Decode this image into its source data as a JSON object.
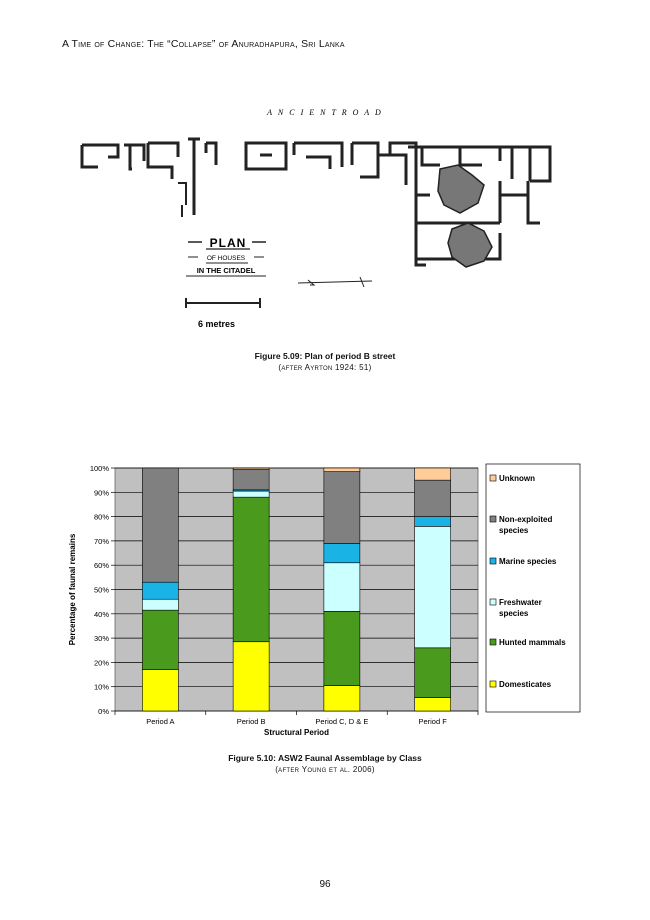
{
  "header": {
    "running_title": "A Time of Change: The “Collapse” of Anuradhapura, Sri Lanka"
  },
  "figure_509": {
    "drawing_labels": {
      "road": "A N C I E N T     R O A D",
      "plan": "PLAN",
      "of_houses": "OF HOUSES",
      "in_the_citadel": "IN THE CITADEL",
      "scale": "6 metres"
    },
    "caption_title": "Figure 5.09: Plan of period B street",
    "caption_source": "(after Ayrton 1924: 51)"
  },
  "figure_510": {
    "caption_title": "Figure 5.10: ASW2 Faunal Assemblage by Class",
    "caption_source": "(after Young et al. 2006)"
  },
  "chart_data": {
    "type": "bar",
    "stacked": true,
    "percent": true,
    "xlabel": "Structural Period",
    "ylabel": "Percentage of faunal remains",
    "ylim": [
      0,
      100
    ],
    "yticks": [
      "0%",
      "10%",
      "20%",
      "30%",
      "40%",
      "50%",
      "60%",
      "70%",
      "80%",
      "90%",
      "100%"
    ],
    "categories": [
      "Period A",
      "Period B",
      "Period C, D & E",
      "Period F"
    ],
    "series": [
      {
        "name": "Domesticates",
        "color": "#ffff00",
        "values": [
          17,
          28.5,
          10.5,
          5.5
        ]
      },
      {
        "name": "Hunted mammals",
        "color": "#4a9a1e",
        "values": [
          24.5,
          59.5,
          30.5,
          20.5
        ]
      },
      {
        "name": "Freshwater species",
        "color": "#ccffff",
        "values": [
          4.5,
          2.5,
          20,
          50
        ]
      },
      {
        "name": "Marine species",
        "color": "#1ab3e6",
        "values": [
          7,
          0.5,
          8,
          4
        ]
      },
      {
        "name": "Non-exploited species",
        "color": "#808080",
        "values": [
          47,
          8.5,
          29.5,
          15
        ]
      },
      {
        "name": "Unknown",
        "color": "#ffcc99",
        "values": [
          0,
          0.5,
          1.5,
          5
        ]
      }
    ],
    "grid": true,
    "plot_background": "#c0c0c0",
    "legend_position": "right"
  },
  "footer": {
    "page_number": "96"
  }
}
